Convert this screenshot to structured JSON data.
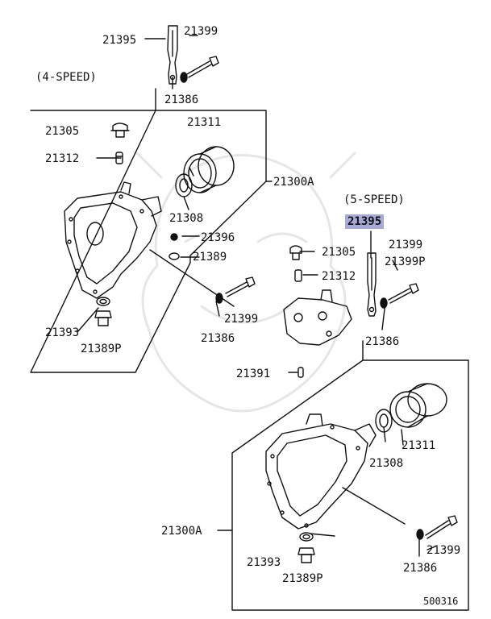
{
  "diagram": {
    "section_4speed": "(4-SPEED)",
    "section_5speed": "(5-SPEED)",
    "figure_number": "500316",
    "highlight_color": "#a7a9d6",
    "labels": {
      "p21395_top": "21395",
      "p21399_top": "21399",
      "p21386_top": "21386",
      "p21311_left": "21311",
      "p21305_left": "21305",
      "p21312_left": "21312",
      "p21300A_upper": "21300A",
      "p21308_left": "21308",
      "p21396": "21396",
      "p21389": "21389",
      "p21399_mid": "21399",
      "p21386_mid": "21386",
      "p21393_left": "21393",
      "p21389P_left": "21389P",
      "p21395_right": "21395",
      "p21399_right": "21399",
      "p21399P_right": "21399P",
      "p21305_right": "21305",
      "p21312_right": "21312",
      "p21386_right": "21386",
      "p21391": "21391",
      "p21311_lower": "21311",
      "p21308_lower": "21308",
      "p21300A_lower": "21300A",
      "p21393_lower": "21393",
      "p21389P_lower": "21389P",
      "p21399_lower": "21399",
      "p21386_lower": "21386"
    }
  }
}
